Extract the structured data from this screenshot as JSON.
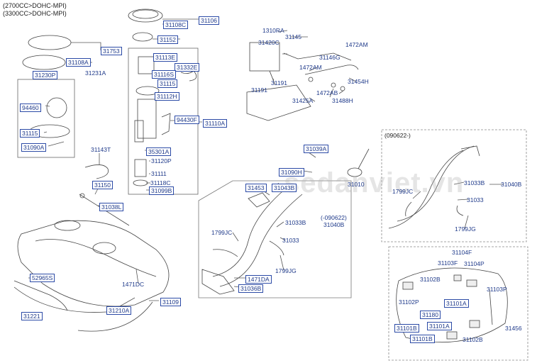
{
  "header": {
    "line1": "(2700CC>DOHC-MPI)",
    "line2": "(3300CC>DOHC-MPI)"
  },
  "inset_title": "(090622-)",
  "note_090622": "(-090622)",
  "watermark": "sedanviet.vn",
  "labels": {
    "p31106": "31106",
    "p31108C": "31108C",
    "p31152": "31152",
    "p31753": "31753",
    "p31108A": "31108A",
    "p31230P": "31230P",
    "p31231A": "31231A",
    "p94460": "94460",
    "p31115a": "31115",
    "p31090A": "31090A",
    "p31113E": "31113E",
    "p31332E": "31332E",
    "p31116S": "31116S",
    "p31115b": "31115",
    "p31112H": "31112H",
    "p94430F": "94430F",
    "p31110A": "31110A",
    "p35301A": "35301A",
    "p31120P": "31120P",
    "p31111": "31111",
    "p31118C": "31118C",
    "p31099B": "31099B",
    "p31143T": "31143T",
    "p31150": "31150",
    "p31038L": "31038L",
    "p52965S": "52965S",
    "p31221": "31221",
    "p1471DC": "1471DC",
    "p31109": "31109",
    "p31210A": "31210A",
    "p1310RA": "1310RA",
    "p31145": "31145",
    "p31420C": "31420C",
    "p1472AMa": "1472AM",
    "p31146G": "31146G",
    "p1472AMb": "1472AM",
    "p31191a": "31191",
    "p31191b": "31191",
    "p31454H": "31454H",
    "p1472AB": "1472AB",
    "p31425A": "31425A",
    "p31488H": "31488H",
    "p31039A": "31039A",
    "p31090H": "31090H",
    "p31010": "31010",
    "p31453": "31453",
    "p31043B": "31043B",
    "p1799JCa": "1799JC",
    "p31033Ba": "31033B",
    "p31040Ba": "31040B",
    "p31033a": "31033",
    "p1799JGa": "1799JG",
    "p1471DA": "1471DA",
    "p31036B": "31036B",
    "p1799JCb": "1799JC",
    "p31033Bb": "31033B",
    "p31040Bb": "31040B",
    "p31033b": "31033",
    "p1799JGb": "1799JG",
    "p31104F": "31104F",
    "p31103F": "31103F",
    "p31104P": "31104P",
    "p31102B": "31102B",
    "p31103P": "31103P",
    "p31102P": "31102P",
    "p31180": "31180",
    "p31101A": "31101A",
    "p31101B": "31101B",
    "p31101Ab": "31101A",
    "p31456": "31456",
    "p31101Bb": "31101B",
    "p31102Bb": "31102B"
  }
}
